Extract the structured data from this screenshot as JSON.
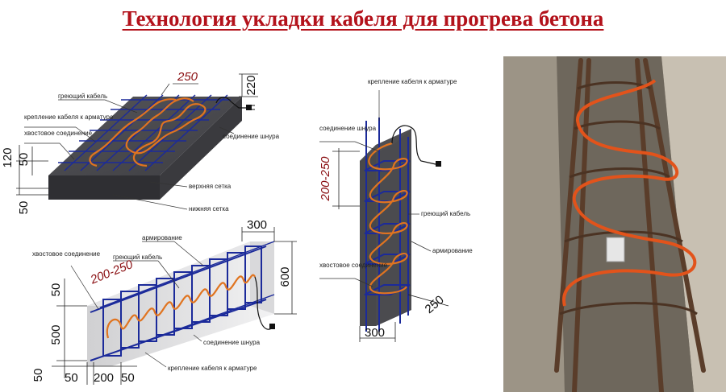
{
  "title": "Технология укладки кабеля для прогрева бетона",
  "slab": {
    "labels": {
      "heating_cable": "греющий кабель",
      "cable_fastening": "крепление кабеля к арматуре",
      "tail_connection": "хвостовое соединение",
      "cord_connection": "соединение шнура",
      "top_mesh": "верхняя сетка",
      "bottom_mesh": "нижняя сетка"
    },
    "dims": {
      "d250": "250",
      "d220": "220",
      "d120": "120",
      "d50a": "50",
      "d50b": "50"
    }
  },
  "column": {
    "labels": {
      "cable_fastening": "крепление кабеля к арматуре",
      "cord_connection": "соединение шнура",
      "heating_cable": "греющий кабель",
      "reinforcement": "армирование",
      "tail_connection": "хвостовое соединение"
    },
    "dims": {
      "spacing": "200-250",
      "d250": "250",
      "d300": "300"
    }
  },
  "beam": {
    "labels": {
      "reinforcement": "армирование",
      "heating_cable": "греющий кабель",
      "tail_connection": "хвостовое соединение",
      "cord_connection": "соединение шнура",
      "cable_fastening": "крепление кабеля к арматуре"
    },
    "dims": {
      "spacing": "200-250",
      "d300": "300",
      "d600": "600",
      "d50a": "50",
      "d500": "500",
      "d50b": "50",
      "d50c": "50",
      "d200": "200",
      "d50d": "50"
    }
  },
  "photo": {
    "description_icon": "photo-reinforcement-trench"
  },
  "colors": {
    "title": "#b3121b",
    "rebar": "#1b2a9a",
    "cable": "#e07420",
    "concrete": "#4a4a4e"
  }
}
